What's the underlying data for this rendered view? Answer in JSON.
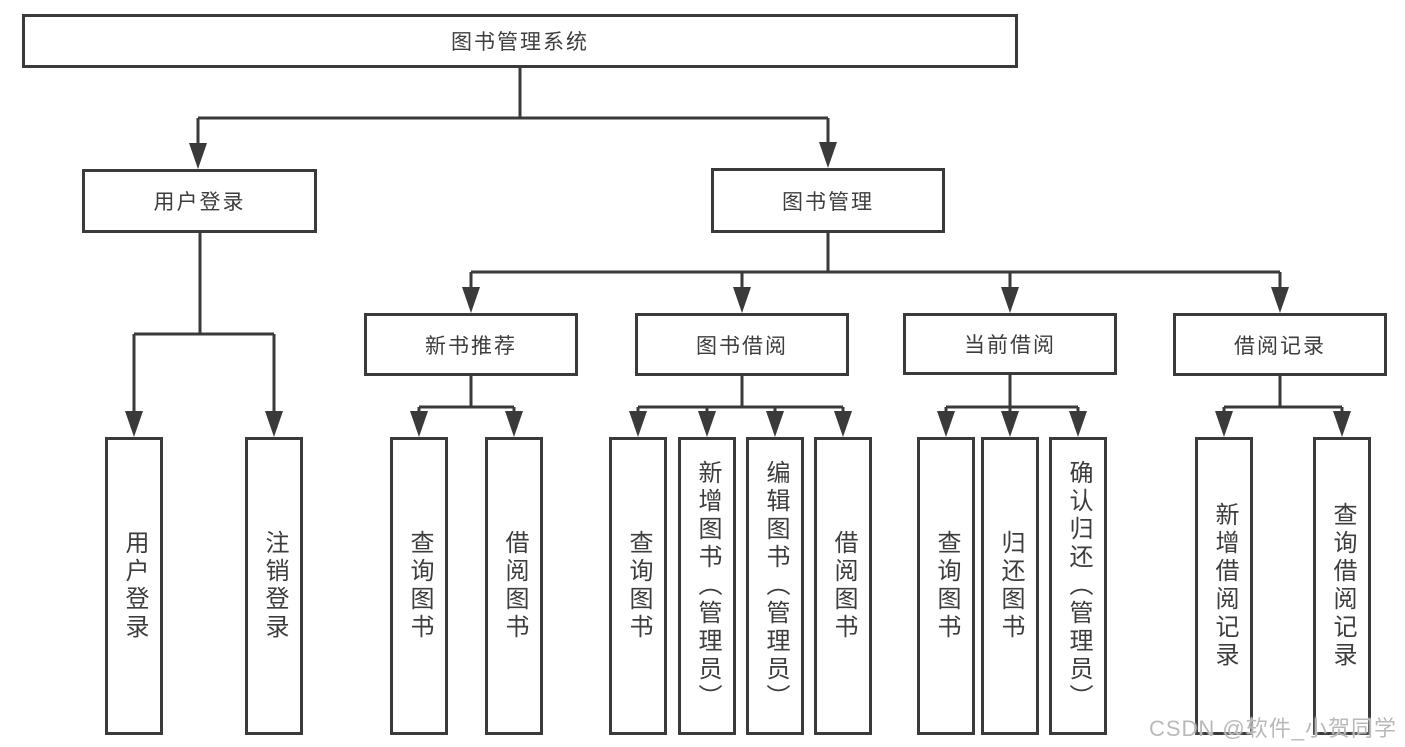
{
  "tree": {
    "label": "图书管理系统",
    "children": [
      {
        "label": "用户登录",
        "children": [
          {
            "label": "用户登录"
          },
          {
            "label": "注销登录"
          }
        ]
      },
      {
        "label": "图书管理",
        "children": [
          {
            "label": "新书推荐",
            "children": [
              {
                "label": "查询图书"
              },
              {
                "label": "借阅图书"
              }
            ]
          },
          {
            "label": "图书借阅",
            "children": [
              {
                "label": "查询图书"
              },
              {
                "label": "新增图书（管理员）"
              },
              {
                "label": "编辑图书（管理员）"
              },
              {
                "label": "借阅图书"
              }
            ]
          },
          {
            "label": "当前借阅",
            "children": [
              {
                "label": "查询图书"
              },
              {
                "label": "归还图书"
              },
              {
                "label": "确认归还（管理员）"
              }
            ]
          },
          {
            "label": "借阅记录",
            "children": [
              {
                "label": "新增借阅记录"
              },
              {
                "label": "查询借阅记录"
              }
            ]
          }
        ]
      }
    ]
  },
  "watermark": "CSDN @软件_小贺同学",
  "colors": {
    "line": "#3a3a3a",
    "border": "#3a3a3a",
    "text": "#3d3d3d",
    "background": "#ffffff",
    "watermark": "#b9b9b9"
  }
}
